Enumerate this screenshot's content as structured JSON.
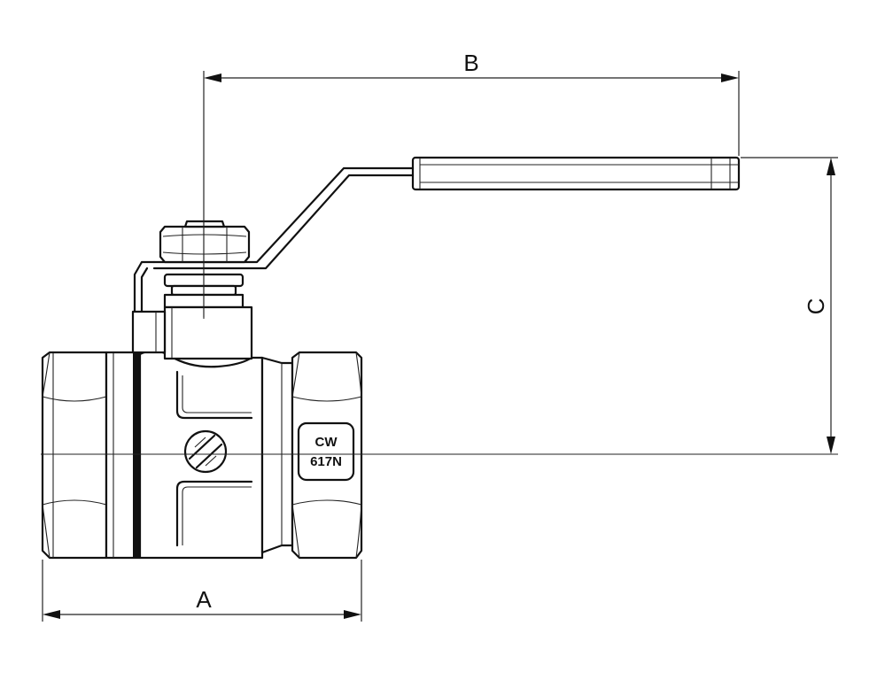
{
  "dimensions": {
    "a": "A",
    "b": "B",
    "c": "C"
  },
  "body_marking": {
    "line1": "CW",
    "line2": "617N"
  },
  "colors": {
    "line": "#111111",
    "background": "#ffffff"
  }
}
